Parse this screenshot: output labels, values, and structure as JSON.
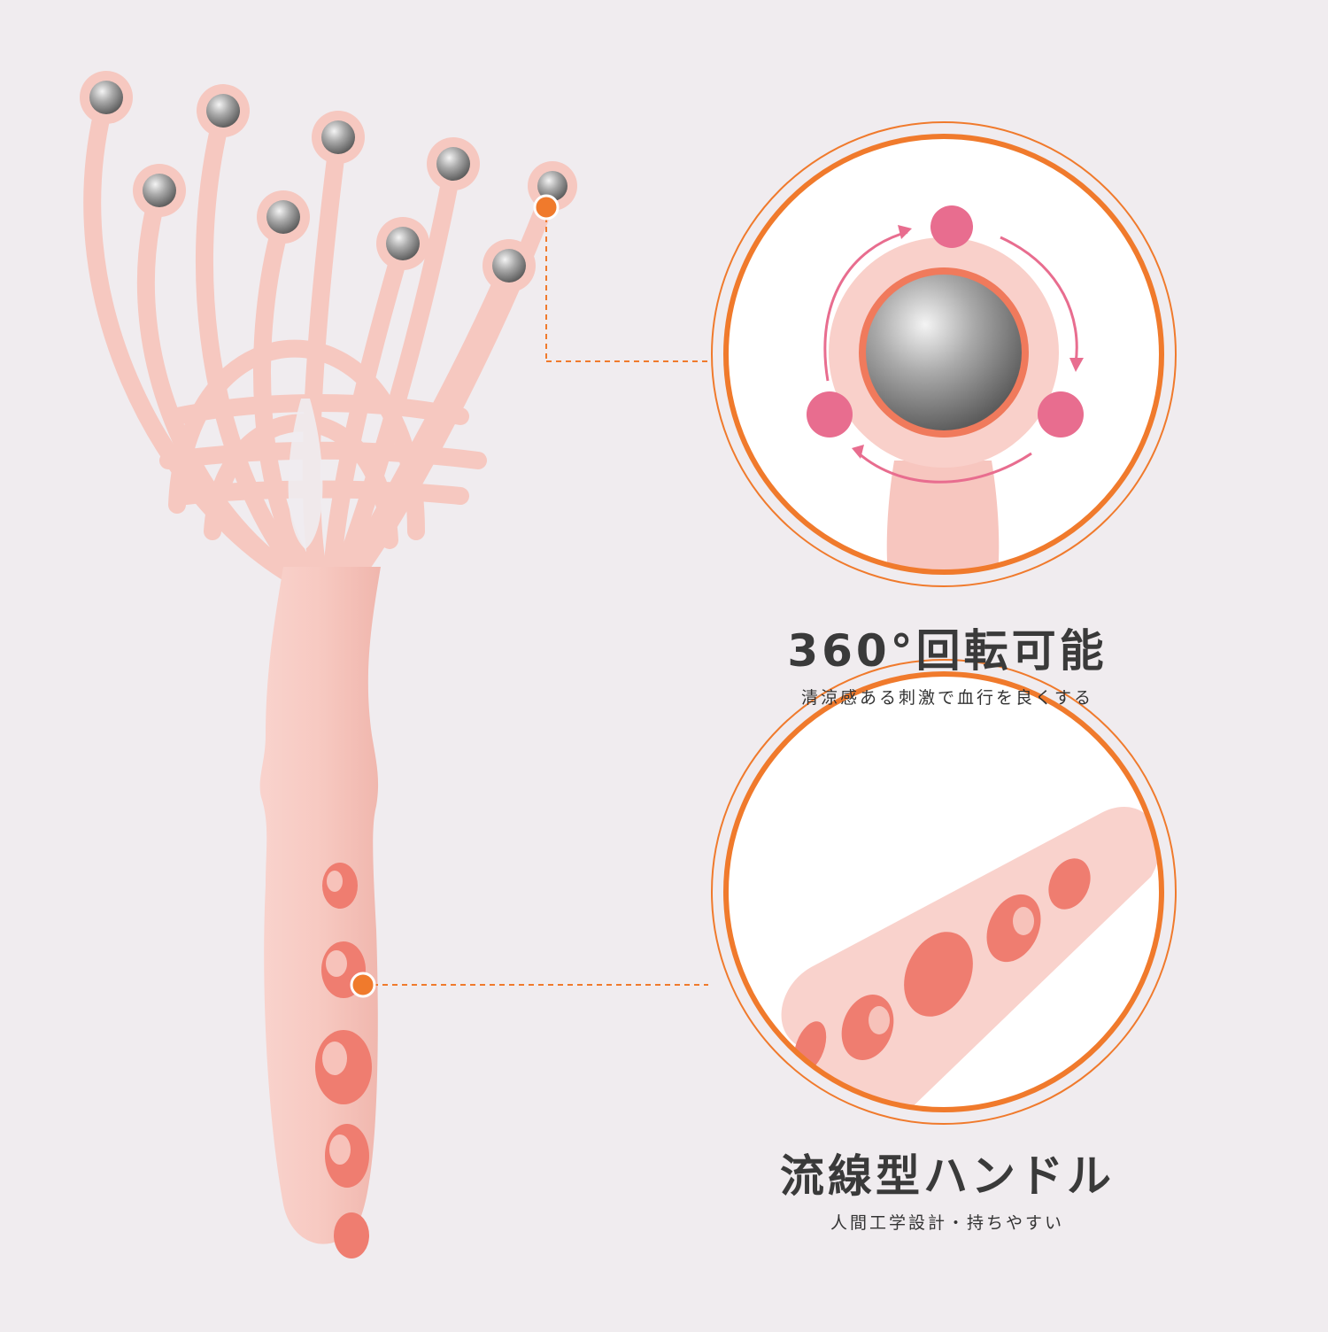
{
  "colors": {
    "background": "#f0ecef",
    "accent_orange": "#f07a2c",
    "product_pink": "#f6c7c0",
    "hole_coral": "#f07f73",
    "marker_pink": "#e86d8f",
    "ball_grey": "#9c9c9c"
  },
  "features": [
    {
      "title": "360°回転可能",
      "subtitle": "清涼感ある刺激で血行を良くする"
    },
    {
      "title": "流線型ハンドル",
      "subtitle": "人間工学設計・持ちやすい"
    }
  ]
}
